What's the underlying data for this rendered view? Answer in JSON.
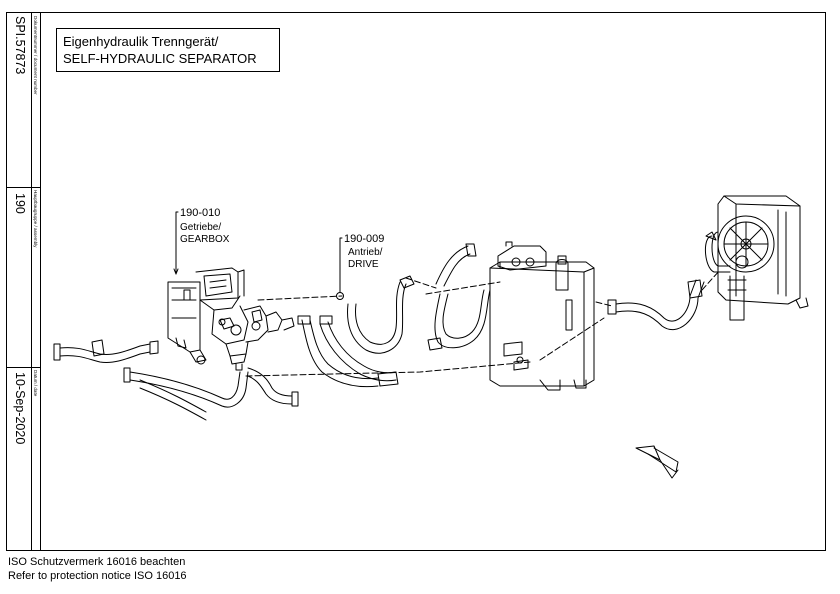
{
  "title_block": {
    "doc_number_label": "Dokumentnummer / document number",
    "doc_number": "SPI.57873",
    "assembly_label": "Hauptbaugruppe / assembly",
    "assembly": "190",
    "date_label": "Datum / date",
    "date": "10-Sep-2020"
  },
  "title": {
    "line1": "Eigenhydraulik Trenngerät/",
    "line2": "SELF-HYDRAULIC SEPARATOR"
  },
  "callouts": [
    {
      "number": "190-010",
      "german": "Getriebe/",
      "english": "GEARBOX"
    },
    {
      "number": "190-009",
      "german": "Antrieb/",
      "english": "DRIVE"
    }
  ],
  "footer": {
    "line1": "ISO Schutzvermerk 16016 beachten",
    "line2": "Refer to protection notice ISO 16016"
  }
}
